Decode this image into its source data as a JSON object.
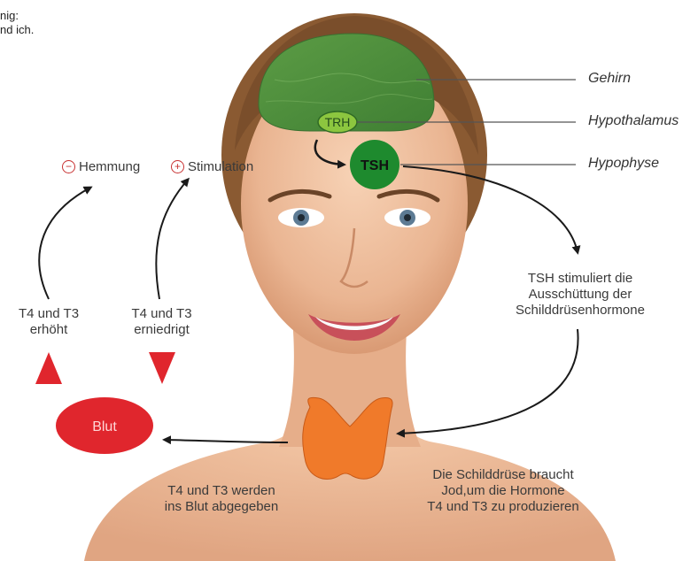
{
  "corner_text": {
    "line1": "nig:",
    "line2": "nd ich."
  },
  "legend": {
    "inhibition": {
      "symbol": "⊖",
      "label": "Hemmung"
    },
    "stimulation": {
      "symbol": "⊕",
      "label": "Stimulation"
    }
  },
  "structures": {
    "brain_label": "Gehirn",
    "hypothalamus_label": "Hypothalamus",
    "pituitary_label": "Hypophyse",
    "trh": "TRH",
    "tsh": "TSH",
    "blood": "Blut"
  },
  "annotations": {
    "tsh_effect": [
      "TSH stimuliert die",
      "Ausschüttung der",
      "Schilddrüsenhormone"
    ],
    "high_levels": [
      "T4 und T3",
      "erhöht"
    ],
    "low_levels": [
      "T4 und T3",
      "erniedrigt"
    ],
    "release": [
      "T4 und T3 werden",
      "ins Blut abgegeben"
    ],
    "iodine": [
      "Die Schilddrüse braucht",
      "Jod,um die Hormone",
      "T4 und T3 zu produzieren"
    ]
  },
  "colors": {
    "brain": "#4f8f3c",
    "trh": "#8cc63f",
    "tsh": "#1e8a2e",
    "thyroid": "#f07a2a",
    "blood": "#e0262d",
    "arrow": "#1a1a1a",
    "skin": "#e8b594",
    "hair": "#8a5a32"
  }
}
